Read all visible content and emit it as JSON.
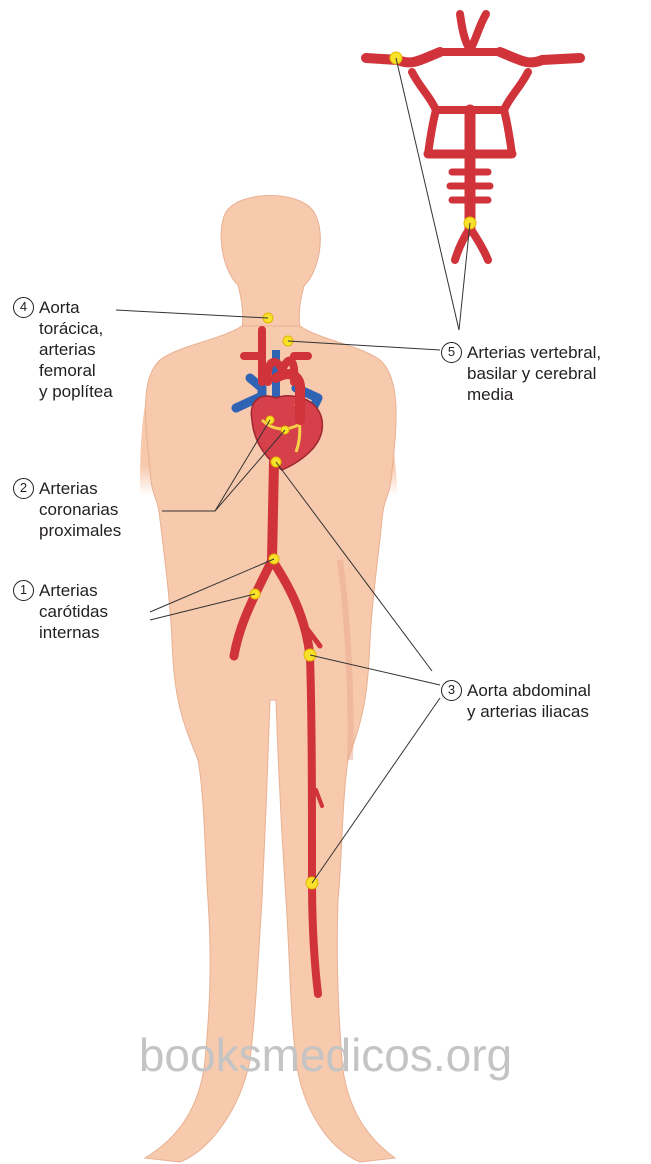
{
  "labels": [
    {
      "number": "4",
      "lines": [
        "Aorta",
        "torácica,",
        "arterias",
        "femoral",
        "y poplítea"
      ]
    },
    {
      "number": "2",
      "lines": [
        "Arterias",
        "coronarias",
        "proximales"
      ]
    },
    {
      "number": "1",
      "lines": [
        "Arterias",
        "carótidas",
        "internas"
      ]
    },
    {
      "number": "5",
      "lines": [
        "Arterias vertebral,",
        "basilar y cerebral",
        "media"
      ]
    },
    {
      "number": "3",
      "lines": [
        "Aorta abdominal",
        "y arterias iliacas"
      ]
    }
  ],
  "watermark": "booksmedicos.org",
  "colors": {
    "skin": "#f7c9ad",
    "skin_outline": "#e3a88a",
    "artery": "#d0333a",
    "vein": "#2f63b3",
    "heart": "#d6404a",
    "plaque": "#f7e12a",
    "leader_line": "#333333",
    "text": "#231f20",
    "watermark": "#c4c4c4"
  }
}
